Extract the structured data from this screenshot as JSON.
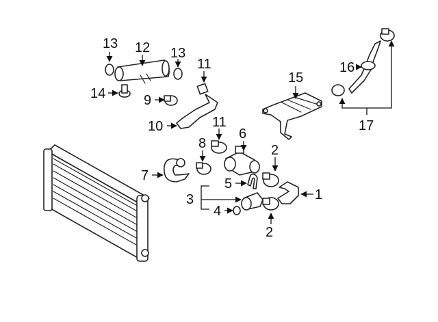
{
  "callouts": {
    "c1": "1",
    "c2a": "2",
    "c2b": "2",
    "c3": "3",
    "c4": "4",
    "c5": "5",
    "c6": "6",
    "c7": "7",
    "c8": "8",
    "c9": "9",
    "c10": "10",
    "c11a": "11",
    "c11b": "11",
    "c12": "12",
    "c13a": "13",
    "c13b": "13",
    "c14": "14",
    "c15": "15",
    "c16": "16",
    "c17": "17"
  },
  "colors": {
    "line": "#222222",
    "background": "#ffffff"
  }
}
